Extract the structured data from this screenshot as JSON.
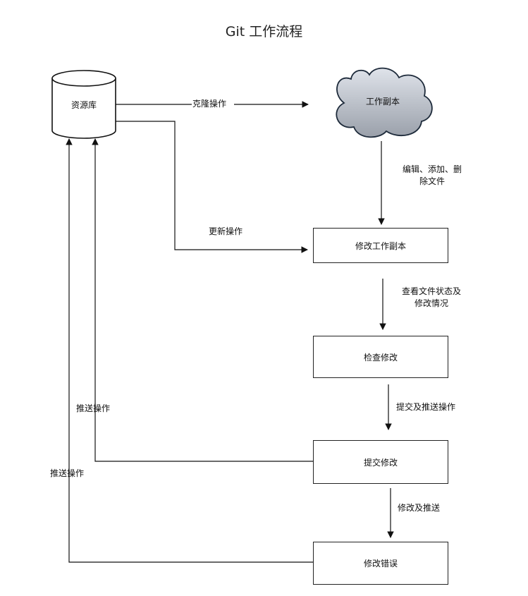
{
  "diagram": {
    "title": "Git 工作流程",
    "nodes": {
      "repository": "资源库",
      "working_copy": "工作副本",
      "modify_working_copy": "修改工作副本",
      "review_changes": "检查修改",
      "commit_changes": "提交修改",
      "fix_errors": "修改错误"
    },
    "edges": {
      "clone": "克隆操作",
      "update": "更新操作",
      "edit_add_delete_line1": "编辑、添加、删",
      "edit_add_delete_line2": "除文件",
      "check_status_line1": "查看文件状态及",
      "check_status_line2": "修改情况",
      "commit_push": "提交及推送操作",
      "modify_push": "修改及推送",
      "push_inner": "推送操作",
      "push_outer": "推送操作"
    }
  }
}
